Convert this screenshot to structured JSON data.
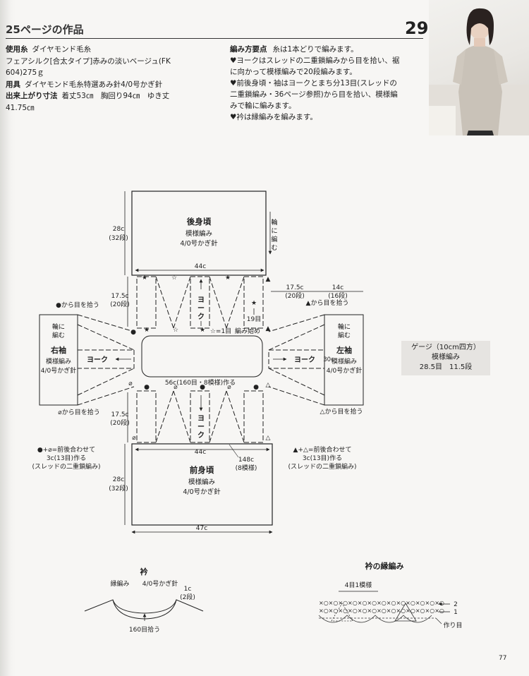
{
  "header": {
    "title": "25ページの作品",
    "number": "29"
  },
  "materials": [
    {
      "label": "使用糸",
      "text": "ダイヤモンド毛糸"
    },
    {
      "label": "",
      "text": "フェアシルク[合太タイプ]赤みの淡いベージュ(FK"
    },
    {
      "label": "",
      "text": "604)275ｇ"
    },
    {
      "label": "用具",
      "text": "ダイヤモンド毛糸特選あみ針4/0号かぎ針"
    },
    {
      "label": "出来上がり寸法",
      "text": "着丈53㎝　胸回り94㎝　ゆき丈"
    },
    {
      "label": "",
      "text": "41.75㎝"
    }
  ],
  "points": {
    "label": "編み方要点",
    "intro": "糸は1本どりで編みます。",
    "lines": [
      "♥ヨークはスレッドの二重鎖編みから目を拾い、裾",
      "に向かって模様編みで20段編みます。",
      "♥前後身頃・袖はヨークとまち分13目(スレッドの",
      "二重鎖編み・36ページ参照)から目を拾い、模様編",
      "みで輪に編みます。",
      "♥衿は縁編みを編みます。"
    ]
  },
  "gauge": {
    "title": "ゲージ（10cm四方）",
    "pattern": "模様編み",
    "value": "28.5目　11.5段"
  },
  "diagram": {
    "back": {
      "title": "後身頃",
      "pattern": "模様編み",
      "needle": "4/0号かぎ針"
    },
    "front": {
      "title": "前身頃",
      "pattern": "模様編み",
      "needle": "4/0号かぎ針"
    },
    "right_sleeve": {
      "title": "右袖",
      "pattern": "模様編み",
      "needle": "4/0号かぎ針",
      "round_line1": "輪に",
      "round_line2": "編む"
    },
    "left_sleeve": {
      "title": "左袖",
      "pattern": "模様編み",
      "needle": "4/0号かぎ針",
      "round_line1": "輪に",
      "round_line2": "編む",
      "width": "30c"
    },
    "back_round": [
      "輪",
      "に",
      "編",
      "む"
    ],
    "yoke": "ヨーク",
    "yoke_vertical": [
      "ヨ",
      "ー",
      "ク"
    ],
    "back_length": "28c",
    "back_rows": "(32段)",
    "front_length": "28c",
    "front_rows": "(32段)",
    "back_width": "44c",
    "front_width": "44c",
    "hem_width": "47c",
    "yoke_depth_tl": "17.5c",
    "yoke_rows_tl": "(20段)",
    "yoke_depth_bl": "17.5c",
    "yoke_rows_bl": "(20段)",
    "yoke_depth_tr": "17.5c",
    "yoke_rows_tr": "(20段)",
    "sleeve_top_right": "14c",
    "sleeve_rows_right": "(16段)",
    "yoke_circ": "148c",
    "yoke_circ_repeats": "(8模様)",
    "neck_start": "56c(160目・8模様)作る",
    "gusset_19": "19目",
    "gusset_1": "☆=1目",
    "start_label": "編み始め",
    "pick_right_top": "●から目を拾う",
    "pick_right_bottom": "⌀から目を拾う",
    "pick_left_top": "▲から目を拾う",
    "pick_left_bottom": "△から目を拾う",
    "note_left": [
      "●+⌀=前後合わせて",
      "3c(13目)作る",
      "(スレッドの二重鎖編み)"
    ],
    "note_right": [
      "▲+△=前後合わせて",
      "3c(13目)作る",
      "(スレッドの二重鎖編み)"
    ]
  },
  "collar": {
    "title": "衿",
    "pattern": "縁編み",
    "needle": "4/0号かぎ針",
    "depth": "1c",
    "rows": "(2段)",
    "pick": "160目拾う"
  },
  "edging": {
    "title": "衿の縁編み",
    "repeat": "4目1模様",
    "row2": "2",
    "row1": "1",
    "foundation": "作り目"
  },
  "page_number": "77"
}
